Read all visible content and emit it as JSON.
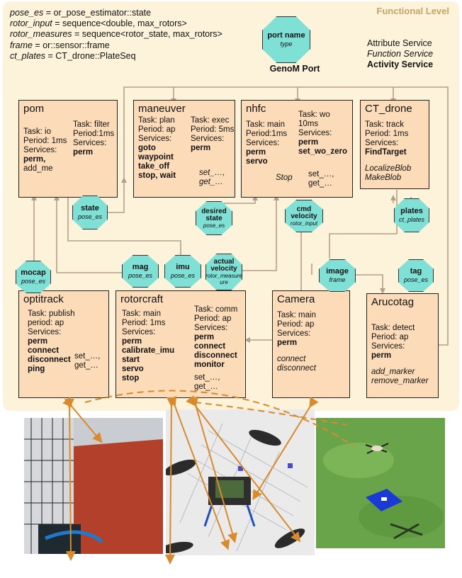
{
  "header": {
    "level_title": "Functional Level"
  },
  "types": [
    {
      "name": "pose_es",
      "def": "or_pose_estimator::state"
    },
    {
      "name": "rotor_input",
      "def": "sequence<double, max_rotors>"
    },
    {
      "name": "rotor_measures",
      "def": "sequence<rotor_state, max_rotors>"
    },
    {
      "name": "frame",
      "def": "or::sensor::frame"
    },
    {
      "name": "ct_plates",
      "def": "CT_drone::PlateSeq"
    }
  ],
  "legend": {
    "port_name": "port name",
    "port_type": "type",
    "port_label": "GenoM Port",
    "attribute": "Attribute Service",
    "function": "Function Service",
    "activity": "Activity Service"
  },
  "components": {
    "pom": {
      "name": "pom",
      "c1": [
        "Task: io",
        "Period: 1ms",
        "Services:"
      ],
      "c1b": [
        "perm,"
      ],
      "c1n": [
        "add_me"
      ],
      "c2": [
        "Task: filter",
        "Period:1ms",
        "Services:"
      ],
      "c2b": [
        "perm"
      ]
    },
    "maneuver": {
      "name": "maneuver",
      "c1": [
        "Task: plan",
        "Period: ap",
        "Services:"
      ],
      "c1b": [
        "goto",
        "waypoint",
        "take_off",
        "stop, wait"
      ],
      "c2": [
        "Task: exec",
        "Period: 5ms",
        "Services:"
      ],
      "c2b": [
        "perm"
      ],
      "c2i": [
        "set_…,",
        "get_…"
      ]
    },
    "nhfc": {
      "name": "nhfc",
      "c1": [
        "Task: main",
        "Period:1ms",
        "Services:"
      ],
      "c1b": [
        "perm",
        "servo"
      ],
      "c1i": [
        "Stop"
      ],
      "c2": [
        "Task: wo",
        "10ms",
        "Services:"
      ],
      "c2b": [
        "perm",
        "set_wo_zero"
      ],
      "c2n": [
        "set_…,",
        "get_…"
      ]
    },
    "ct_drone": {
      "name": "CT_drone",
      "c1": [
        "Task: track",
        "Period: 1ms",
        "Services:"
      ],
      "c1b": [
        "FindTarget"
      ],
      "c1i": [
        "LocalizeBlob",
        "MakeBlob"
      ]
    },
    "optitrack": {
      "name": "optitrack",
      "c1": [
        "Task: publish",
        "period: ap",
        "Services:"
      ],
      "c1b": [
        "perm",
        "connect",
        "disconnect",
        "ping"
      ],
      "c2": [
        "set_…,",
        "get_…"
      ]
    },
    "rotorcraft": {
      "name": "rotorcraft",
      "c1": [
        "Task: main",
        "Period: 1ms",
        "Services:"
      ],
      "c1b": [
        "perm",
        "calibrate_imu",
        "start",
        "servo",
        "stop"
      ],
      "c2": [
        "Task: comm",
        "Period: ap",
        "Services:"
      ],
      "c2b": [
        "perm",
        "connect",
        "disconnect",
        "monitor"
      ],
      "c2n": [
        "set_…,",
        "get_…"
      ]
    },
    "camera": {
      "name": "Camera",
      "c1": [
        "Task: main",
        "Period: ap",
        "Services:"
      ],
      "c1b": [
        "perm"
      ],
      "c1i": [
        "connect",
        "disconnect"
      ]
    },
    "arucotag": {
      "name": "Arucotag",
      "c1": [
        "Task: detect",
        "Period: ap",
        "Services:"
      ],
      "c1b": [
        "perm"
      ],
      "c1i": [
        "add_marker",
        "remove_marker"
      ]
    }
  },
  "ports": {
    "state": {
      "name": "state",
      "type": "pose_es"
    },
    "desired": {
      "name": "desired state",
      "type": "pose_es"
    },
    "cmd": {
      "name": "cmd velocity",
      "type": "rotor_input"
    },
    "plates": {
      "name": "plates",
      "type": "ct_plates"
    },
    "mocap": {
      "name": "mocap",
      "type": "pose_es"
    },
    "mag": {
      "name": "mag",
      "type": "pose_es"
    },
    "imu": {
      "name": "imu",
      "type": "pose_es"
    },
    "actual": {
      "name": "actual velocity",
      "type": "rotor_measure ure"
    },
    "image": {
      "name": "image",
      "type": "frame"
    },
    "tag": {
      "name": "tag",
      "type": "pose_es"
    }
  },
  "colors": {
    "panel": "#fdf3da",
    "box": "#fcdcb8",
    "port": "#7fe0d6",
    "wire": "#b39f8a",
    "link": "#d98a2a"
  }
}
